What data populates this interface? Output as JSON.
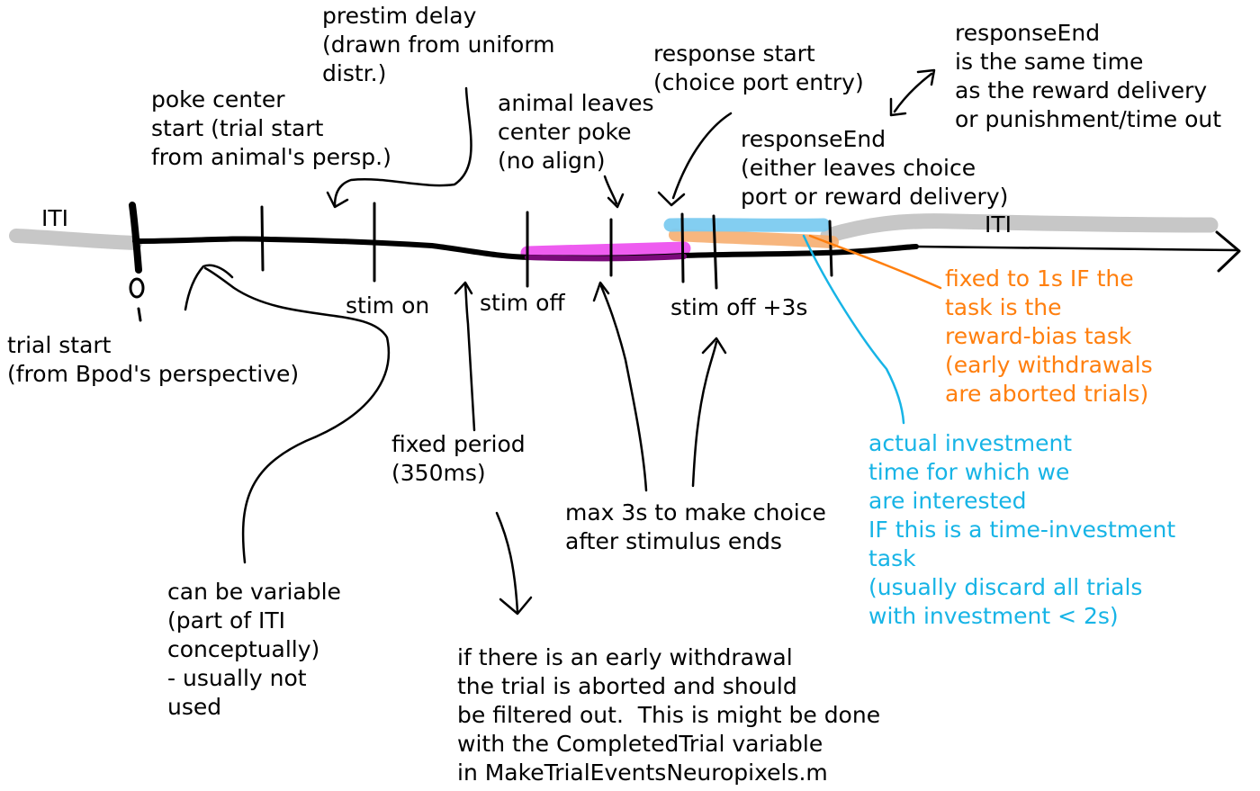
{
  "colors": {
    "ink": "#000000",
    "iti_band": "#c4c4c4",
    "stim_band": "#ee5cf0",
    "stim_line": "#7a0a7a",
    "response_band": "#7ccbf0",
    "reward_band": "#f6ae70",
    "orange_text": "#ff7f0e",
    "blue_text": "#17b4e6"
  },
  "timeline": {
    "iti_left": "ITI",
    "iti_right": "ITI",
    "stim_on": "stim on",
    "stim_off": "stim off",
    "stim_off_3s": "stim off +3s"
  },
  "annotations": {
    "prestim_delay": "prestim delay\n(drawn from uniform\ndistr.)",
    "poke_center_start": "poke center\nstart (trial start\nfrom animal's persp.)",
    "animal_leaves": "animal leaves\ncenter poke\n(no align)",
    "response_start": "response start\n(choice port entry)",
    "response_end_same": "responseEnd\nis the same time\nas the reward delivery\nor punishment/time out",
    "response_end": "responseEnd\n(either leaves choice\nport or reward delivery)",
    "trial_start_bpod": "trial start\n(from Bpod's perspective)",
    "fixed_period": "fixed period\n(350ms)",
    "max_choice": "max 3s to make choice\nafter stimulus ends",
    "can_be_variable": "can be variable\n(part of ITI\nconceptually)\n- usually not\nused",
    "early_withdrawal": "if there is an early withdrawal\nthe trial is aborted and should\nbe filtered out.  This is might be done\nwith the CompletedTrial variable\nin MakeTrialEventsNeuropixels.m",
    "fixed_1s": "fixed to 1s IF the\ntask is the\nreward-bias task\n(early withdrawals\nare aborted trials)",
    "investment_time": "actual investment\ntime for which we\nare interested\nIF this is a time-investment\ntask\n(usually discard all trials\nwith investment < 2s)"
  }
}
